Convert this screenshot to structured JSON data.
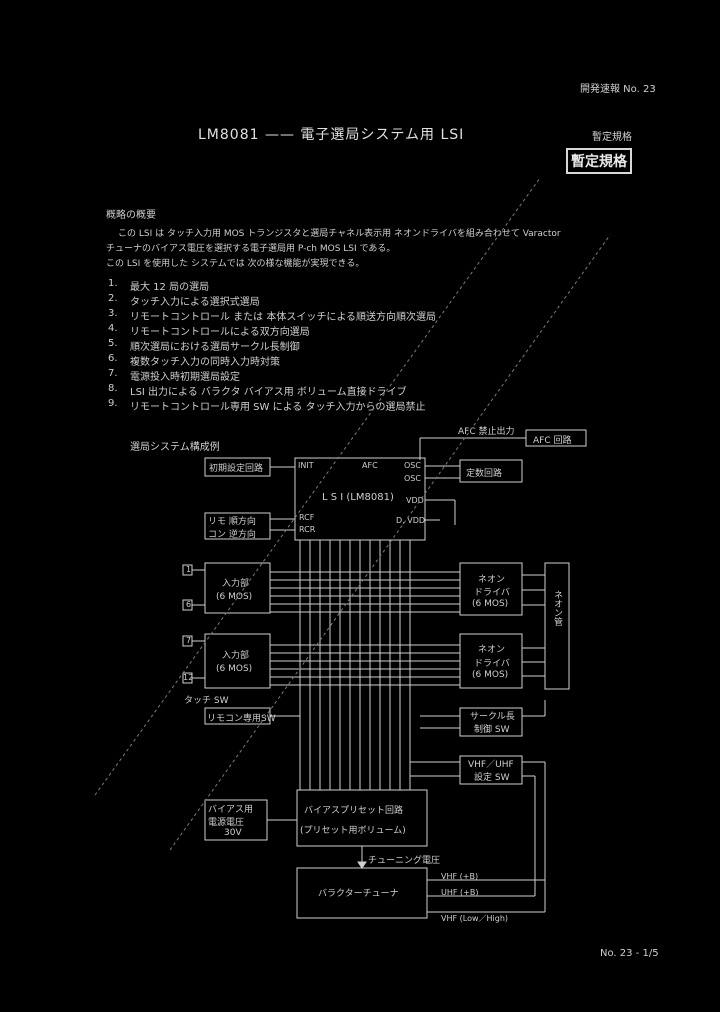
{
  "header": {
    "report_no": "開発速報 No. 23",
    "title": "LM8081 —— 電子選局システム用 LSI",
    "spec_label": "暫定規格",
    "spec_stamp": "暫定規格"
  },
  "overview": {
    "heading": "概略の概要",
    "line1": "この LSI は タッチ入力用 MOS トランジスタと選局チャネル表示用 ネオンドライバを組み合わせて Varactor",
    "line2": "チューナのバイアス電圧を選択する電子選局用 P-ch MOS LSI である。",
    "line3": "この LSI を使用した システムでは 次の様な機能が実現できる。"
  },
  "features": [
    {
      "num": "1.",
      "text": "最大 12 局の選局"
    },
    {
      "num": "2.",
      "text": "タッチ入力による選択式選局"
    },
    {
      "num": "3.",
      "text": "リモートコントロール または 本体スイッチによる順送方向順次選局"
    },
    {
      "num": "4.",
      "text": "リモートコントロールによる双方向選局"
    },
    {
      "num": "5.",
      "text": "順次選局における選局サークル長制御"
    },
    {
      "num": "6.",
      "text": "複数タッチ入力の同時入力時対策"
    },
    {
      "num": "7.",
      "text": "電源投入時初期選局設定"
    },
    {
      "num": "8.",
      "text": "LSI 出力による バラクタ バイアス用 ボリューム直接ドライブ"
    },
    {
      "num": "9.",
      "text": "リモートコントロール専用 SW による タッチ入力からの選局禁止"
    }
  ],
  "diagram": {
    "caption": "選局システム構成例",
    "afc_label": "AFC 禁止出力",
    "afc_box": "AFC 回路",
    "init_box": "初期設定回路",
    "lsi_box": "L S I (LM8081)",
    "const_box": "定数回路",
    "remote_box_1": "リモ 順方向",
    "remote_box_2": "コン 逆方向",
    "pin_init": "INIT",
    "pin_afc": "AFC",
    "pin_osc1": "OSC",
    "pin_osc2": "OSC",
    "pin_rcf": "RCF",
    "pin_rcr": "RCR",
    "pin_vdd": "VDD",
    "pin_dvdd": "D, VDD",
    "input_box_1": "入力部",
    "input_box_1b": "(6 MOS)",
    "input_box_2": "入力部",
    "input_box_2b": "(6 MOS)",
    "in1": "1",
    "in6": "6",
    "in7": "7",
    "in12": "12",
    "touch_sw": "タッチ SW",
    "remote_only": "リモコン専用SW",
    "neon_driver_1": "ネオン",
    "neon_driver_1b": "ドライバ",
    "neon_driver_1c": "(6 MOS)",
    "neon_driver_2": "ネオン",
    "neon_driver_2b": "ドライバ",
    "neon_driver_2c": "(6 MOS)",
    "neon_tube": "ネオン管",
    "circle_sw_1": "サークル長",
    "circle_sw_2": "制御 SW",
    "band_sw_1": "VHF／UHF",
    "band_sw_2": "設定 SW",
    "bias_supply_1": "バイアス用",
    "bias_supply_2": "電源電圧",
    "bias_supply_3": "30V",
    "bias_preset_1": "バイアスプリセット回路",
    "bias_preset_2": "(プリセット用ボリューム)",
    "tuning_voltage": "チューニング電圧",
    "tuner_box": "バラクターチューナ",
    "vhf_b": "VHF (+B)",
    "uhf_b": "UHF (+B)",
    "vhf_lh": "VHF (Low／High)"
  },
  "footer": {
    "page": "No. 23 - 1/5"
  }
}
